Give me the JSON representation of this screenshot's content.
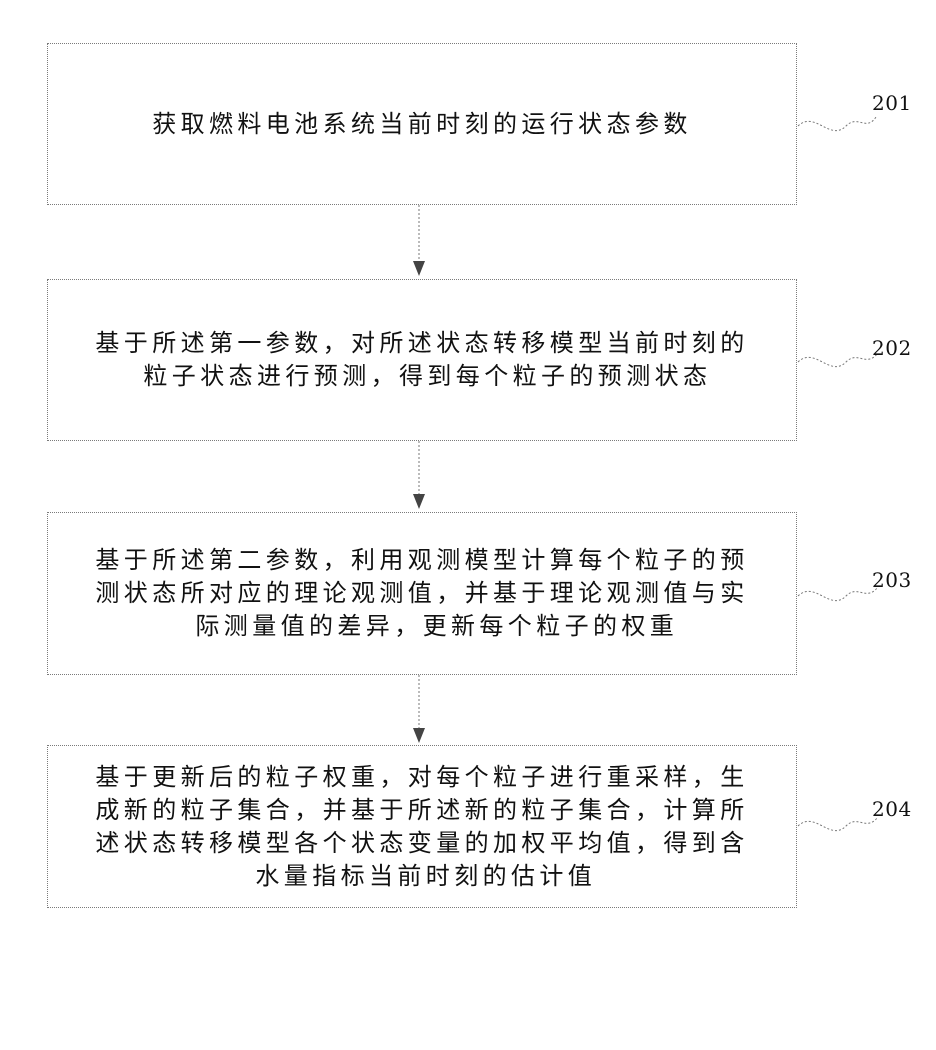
{
  "steps": [
    {
      "id": "201",
      "lines": [
        "获取燃料电池系统当前时刻的运行状态参数"
      ]
    },
    {
      "id": "202",
      "lines": [
        "基于所述第一参数，对所述状态转移模型当前时刻的",
        "粒子状态进行预测，得到每个粒子的预测状态"
      ]
    },
    {
      "id": "203",
      "lines": [
        "基于所述第二参数，利用观测模型计算每个粒子的预",
        "测状态所对应的理论观测值，并基于理论观测值与实",
        "际测量值的差异，更新每个粒子的权重"
      ]
    },
    {
      "id": "204",
      "lines": [
        "基于更新后的粒子权重，对每个粒子进行重采样，生",
        "成新的粒子集合，并基于所述新的粒子集合，计算所",
        "述状态转移模型各个状态变量的加权平均值，得到含",
        "水量指标当前时刻的估计值"
      ]
    }
  ]
}
